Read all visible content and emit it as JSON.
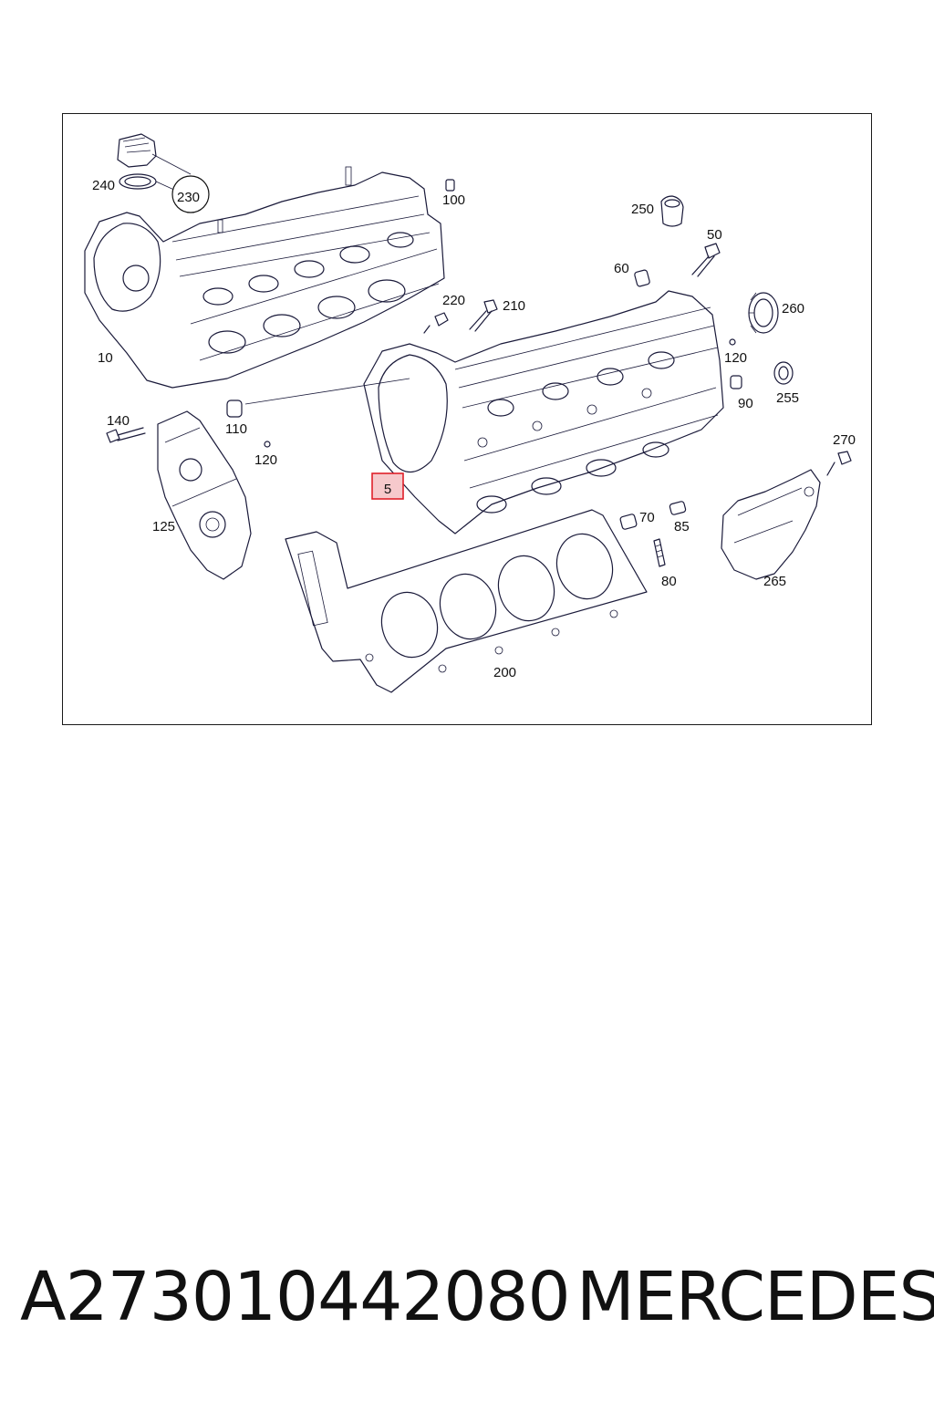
{
  "labels": {
    "l240": "240",
    "l230": "230",
    "l100": "100",
    "l250": "250",
    "l50": "50",
    "l60": "60",
    "l260": "260",
    "l220": "220",
    "l210": "210",
    "l10": "10",
    "l120a": "120",
    "l90": "90",
    "l255": "255",
    "l140": "140",
    "l110": "110",
    "l120b": "120",
    "l5": "5",
    "l270": "270",
    "l125": "125",
    "l70": "70",
    "l85": "85",
    "l80": "80",
    "l265": "265",
    "l200": "200"
  },
  "highlight": {
    "color": "#e0202a",
    "fill": "#f6c9cc"
  },
  "footer": {
    "part_number": "A273010442080",
    "brand": "MERCEDES"
  }
}
